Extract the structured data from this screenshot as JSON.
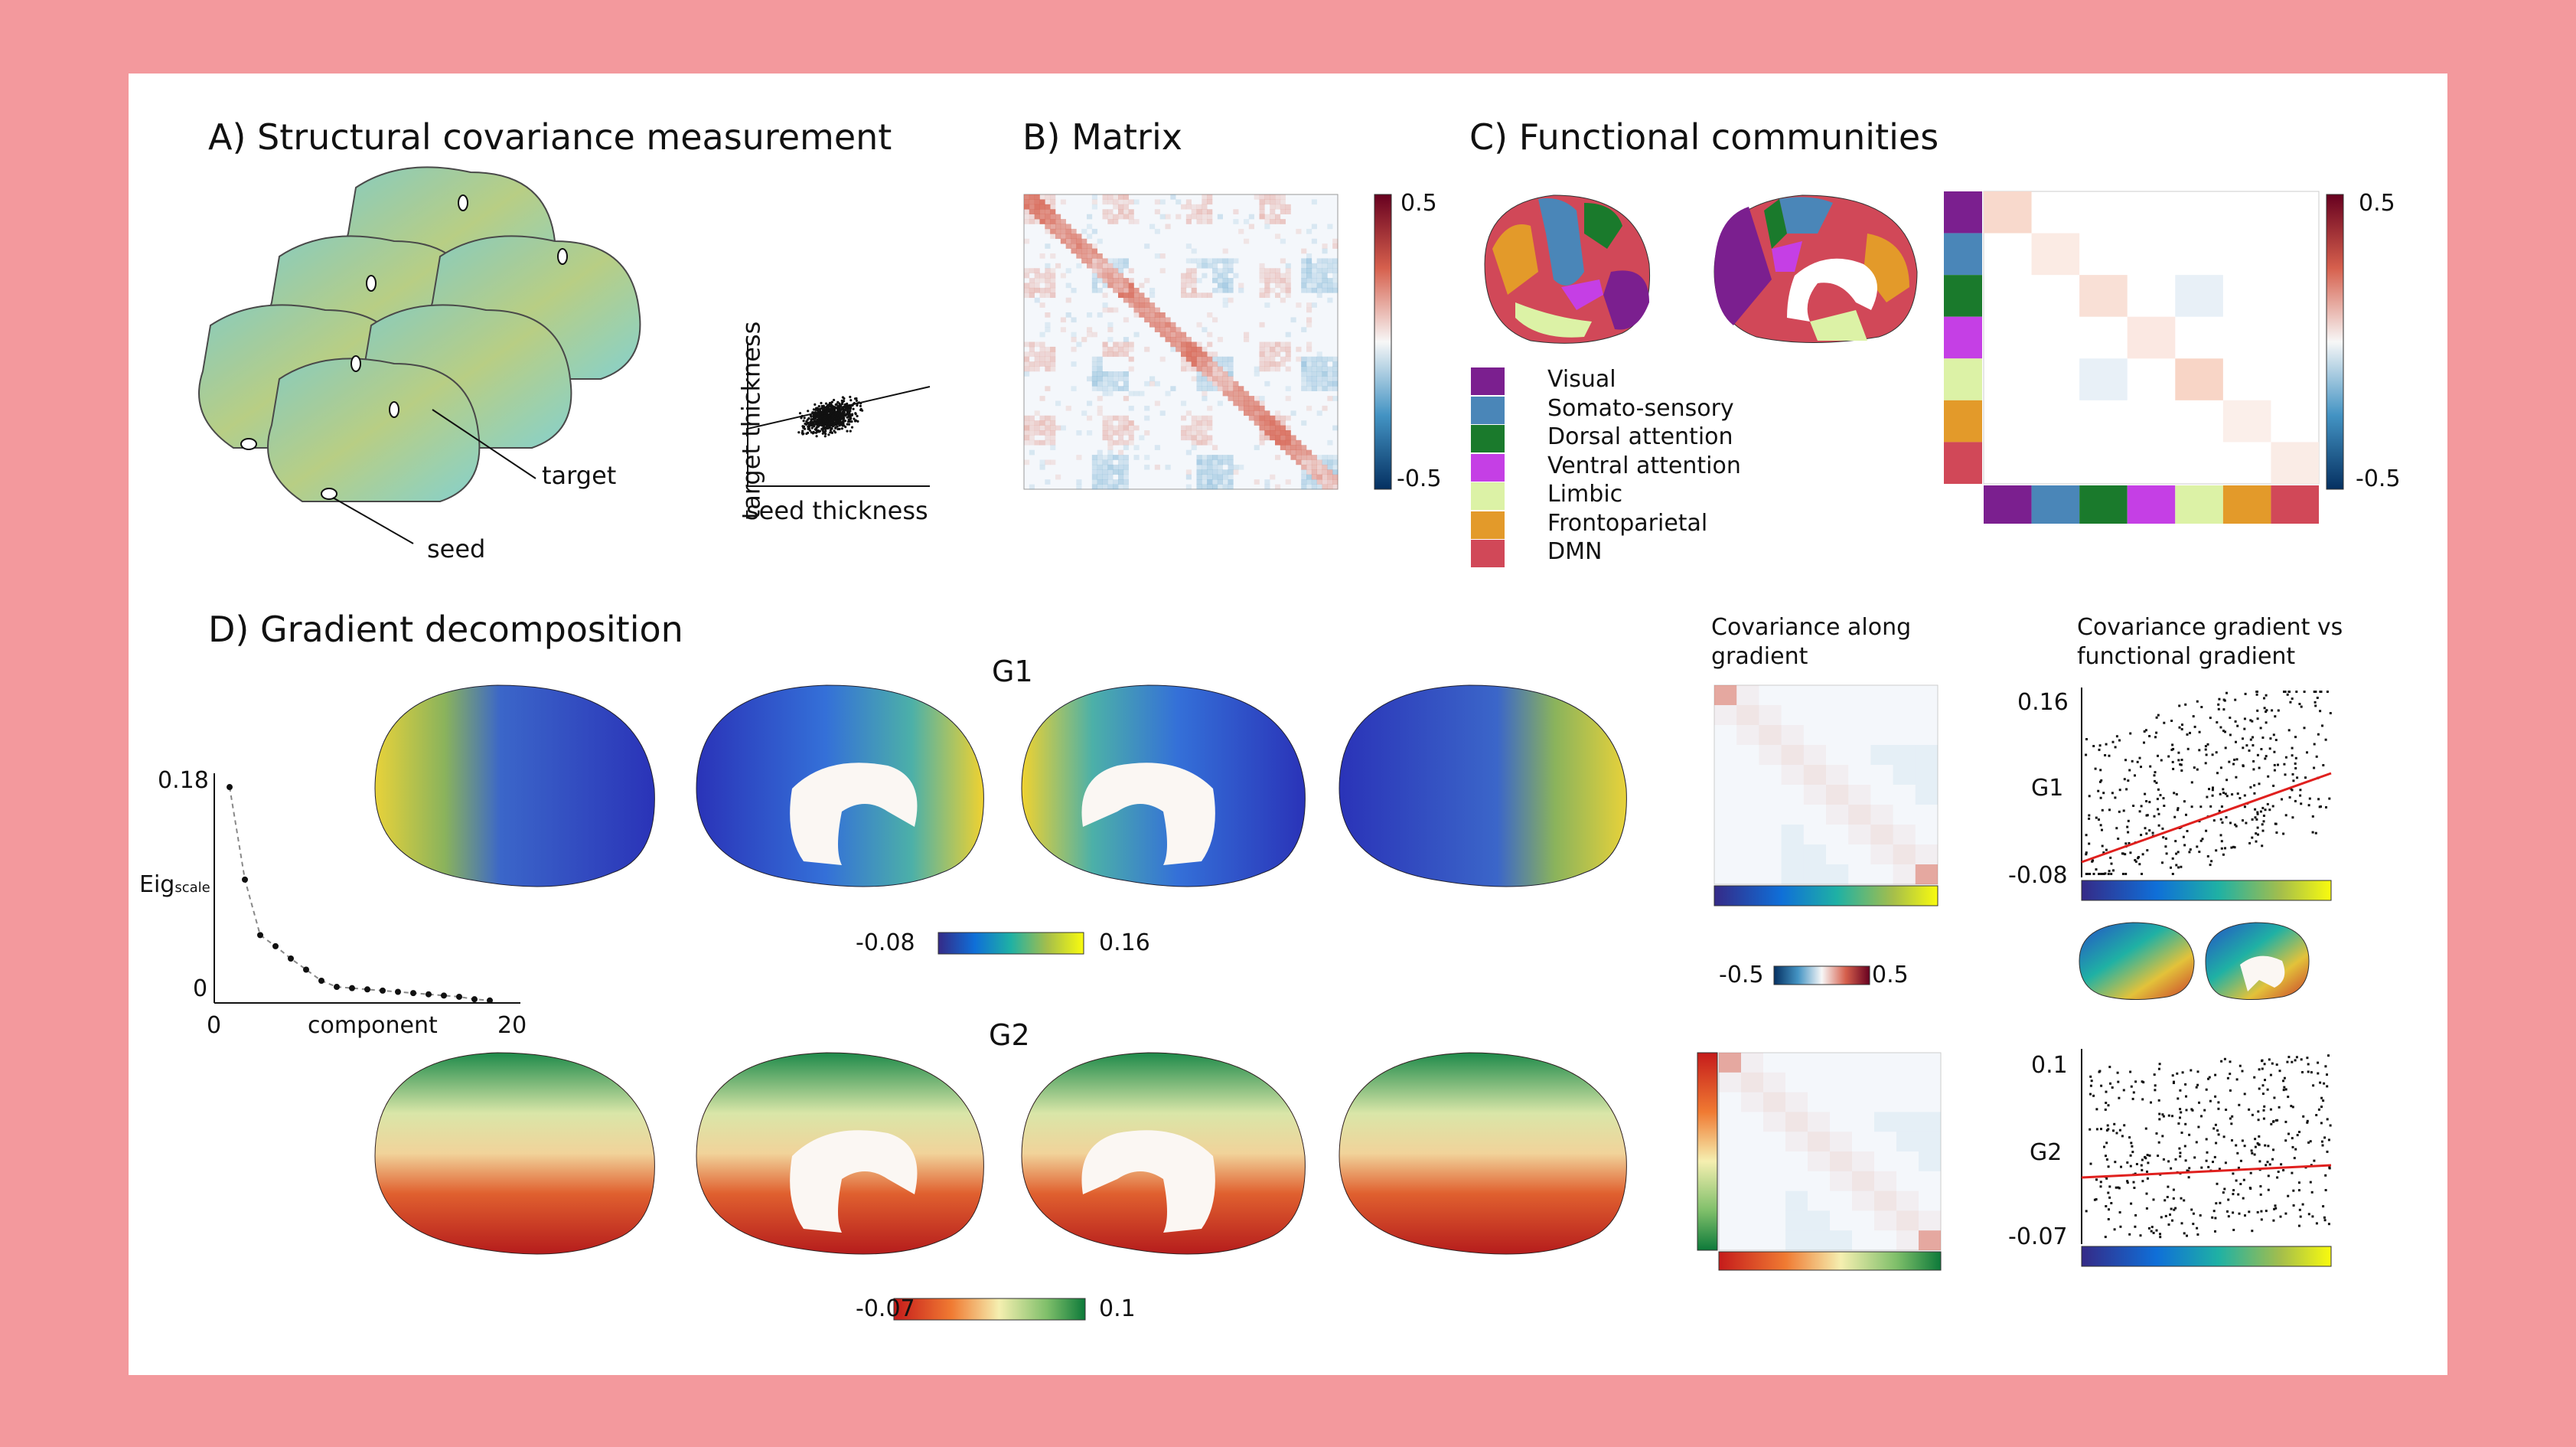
{
  "panelA": {
    "title": "A) Structural covariance measurement",
    "label_target": "target",
    "label_seed": "seed",
    "scatter_xlabel": "seed thickness",
    "scatter_ylabel": "target thickness"
  },
  "panelB": {
    "title": "B) Matrix",
    "cbar_max": "0.5",
    "cbar_min": "-0.5"
  },
  "panelC": {
    "title": "C) Functional communities",
    "cbar_max": "0.5",
    "cbar_min": "-0.5",
    "legend": [
      {
        "label": "Visual",
        "color": "#7b1f8f"
      },
      {
        "label": "Somato-sensory",
        "color": "#4a86b8"
      },
      {
        "label": "Dorsal attention",
        "color": "#1a7a2c"
      },
      {
        "label": "Ventral attention",
        "color": "#c53fe5"
      },
      {
        "label": "Limbic",
        "color": "#dcf2a6"
      },
      {
        "label": "Frontoparietal",
        "color": "#e39a2a"
      },
      {
        "label": "DMN",
        "color": "#d14858"
      }
    ]
  },
  "panelD": {
    "title": "D) Gradient decomposition",
    "g1_label": "G1",
    "g2_label": "G2",
    "g1_cbar_min": "-0.08",
    "g1_cbar_max": "0.16",
    "g2_cbar_min": "-0.07",
    "g2_cbar_max": "0.1",
    "eig_ymax": "0.18",
    "eig_ymin": "0",
    "eig_xmin": "0",
    "eig_xmax": "20",
    "eig_xlabel": "component",
    "eig_ylabel": "Eig",
    "eig_ylabel_sub": "scale",
    "cov_title_1": "Covariance along",
    "cov_title_2": "gradient",
    "cov_cbar_min": "-0.5",
    "cov_cbar_max": "0.5",
    "scat_title_1": "Covariance gradient vs",
    "scat_title_2": "functional gradient",
    "scat1_ymax": "0.16",
    "scat1_ymin": "-0.08",
    "scat1_ylabel": "G1",
    "scat2_ymax": "0.1",
    "scat2_ymin": "-0.07",
    "scat2_ylabel": "G2"
  },
  "chart_data": [
    {
      "type": "scatter",
      "xlabel": "component",
      "ylabel": "Eig scale",
      "xlim": [
        0,
        20
      ],
      "ylim": [
        0,
        0.18
      ],
      "x": [
        1,
        2,
        3,
        4,
        5,
        6,
        7,
        8,
        9,
        10,
        11,
        12,
        13,
        14,
        15,
        16,
        17,
        18
      ],
      "y": [
        0.175,
        0.1,
        0.055,
        0.046,
        0.036,
        0.027,
        0.018,
        0.013,
        0.012,
        0.011,
        0.01,
        0.009,
        0.008,
        0.007,
        0.006,
        0.005,
        0.003,
        0.002
      ]
    }
  ]
}
